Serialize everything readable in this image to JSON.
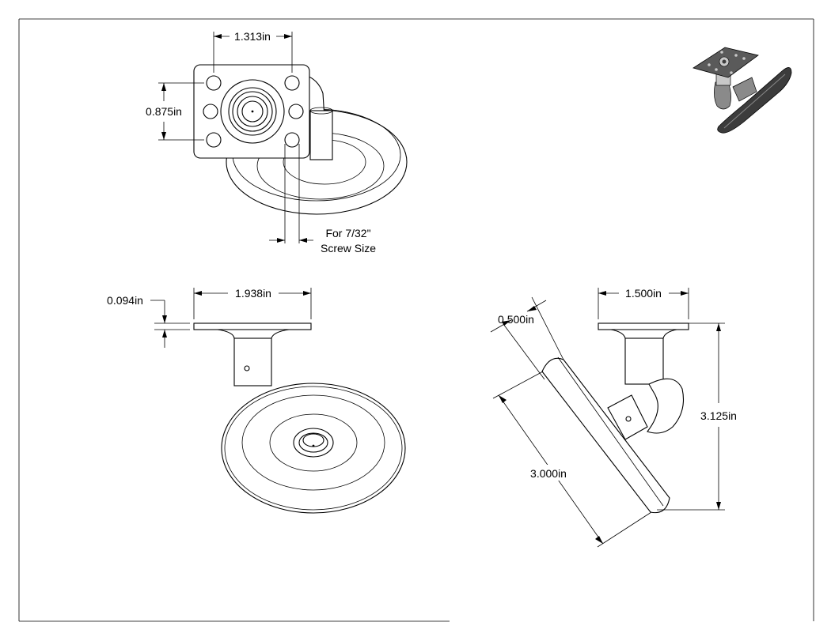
{
  "dimensions": {
    "top_width": "1.313in",
    "top_height": "0.875in",
    "screw_note_line1": "For 7/32\"",
    "screw_note_line2": "Screw Size",
    "plate_thickness": "0.094in",
    "front_plate_width": "1.938in",
    "side_plate_width": "1.500in",
    "pad_thickness": "0.500in",
    "pad_diameter": "3.000in",
    "overall_height": "3.125in"
  },
  "colors": {
    "line": "#000000",
    "iso_dark": "#3c3c3c",
    "iso_mid": "#8a8a8a",
    "iso_light": "#c8c8c8"
  }
}
